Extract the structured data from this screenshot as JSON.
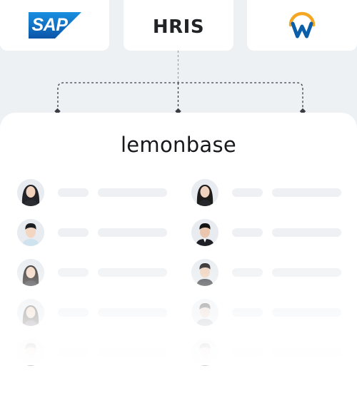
{
  "integrations": {
    "sap": {
      "label": "SAP",
      "color": "#1d6ec4",
      "icon": "sap-logo"
    },
    "hris": {
      "label": "HRIS"
    },
    "workday": {
      "icon": "workday-logo",
      "arc_color": "#f5a623",
      "letter_color": "#0b5ea8"
    }
  },
  "card": {
    "title": "lemonbase"
  },
  "people": {
    "left_column": [
      {
        "icon": "avatar-woman-long-hair"
      },
      {
        "icon": "avatar-man-short-hair"
      },
      {
        "icon": "avatar-woman-long-hair"
      },
      {
        "icon": "avatar-woman-long-hair"
      },
      {
        "icon": "avatar-person"
      }
    ],
    "right_column": [
      {
        "icon": "avatar-woman-long-hair"
      },
      {
        "icon": "avatar-man-dark-suit"
      },
      {
        "icon": "avatar-man-short-hair"
      },
      {
        "icon": "avatar-man-short-hair"
      },
      {
        "icon": "avatar-person"
      }
    ]
  }
}
